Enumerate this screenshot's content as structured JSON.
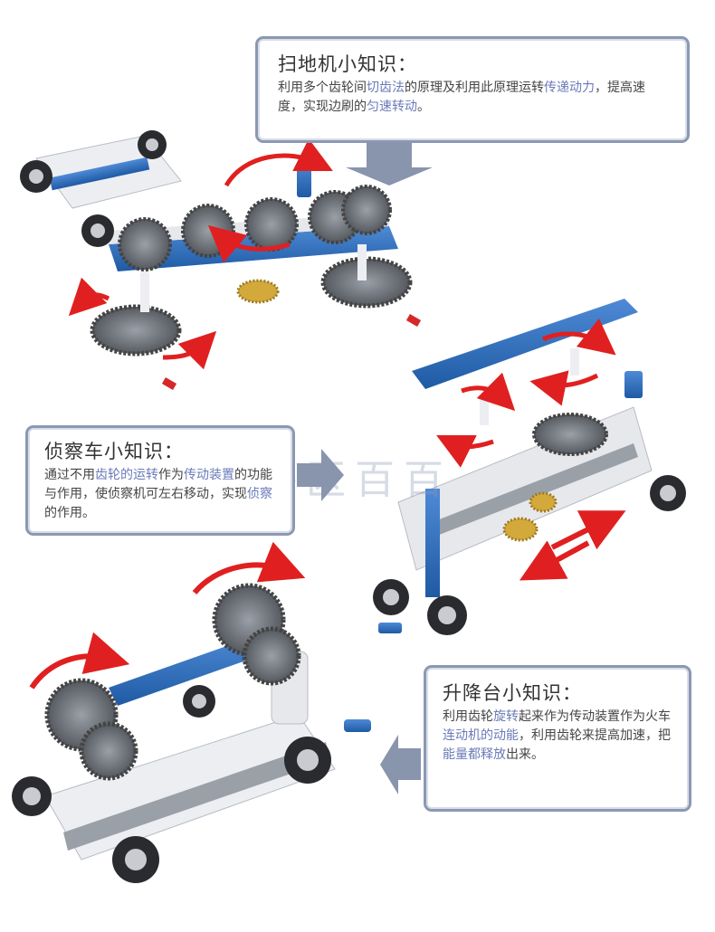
{
  "box_sweeper": {
    "title": "扫地机小知识：",
    "segments": [
      {
        "t": "利用多个齿轮间",
        "hl": false
      },
      {
        "t": "切齿法",
        "hl": true
      },
      {
        "t": "的原理及利用此原理运转",
        "hl": false
      },
      {
        "t": "传递动力",
        "hl": true
      },
      {
        "t": "，提高速度，实现边刷的",
        "hl": false
      },
      {
        "t": "匀速转动",
        "hl": true
      },
      {
        "t": "。",
        "hl": false
      }
    ]
  },
  "box_scout": {
    "title": "侦察车小知识：",
    "segments": [
      {
        "t": "通过不用",
        "hl": false
      },
      {
        "t": "齿轮的运转",
        "hl": true
      },
      {
        "t": "作为",
        "hl": false
      },
      {
        "t": "传动装置",
        "hl": true
      },
      {
        "t": "的功能与作用，使侦察机可左右移动，实现",
        "hl": false
      },
      {
        "t": "侦察",
        "hl": true
      },
      {
        "t": "的作用。",
        "hl": false
      }
    ]
  },
  "box_lift": {
    "title": "升降台小知识：",
    "segments": [
      {
        "t": "利用齿轮",
        "hl": false
      },
      {
        "t": "旋转",
        "hl": true
      },
      {
        "t": "起来作为传动装置作为火车",
        "hl": false
      },
      {
        "t": "连动机的动能",
        "hl": true
      },
      {
        "t": "，利用齿轮来提高加速，把",
        "hl": false
      },
      {
        "t": "能量都释放",
        "hl": true
      },
      {
        "t": "出来。",
        "hl": false
      }
    ]
  },
  "watermark": "潍海区百百",
  "colors": {
    "border": "#8b98b3",
    "highlight": "#6a7ab8",
    "pointer": "#8994ad",
    "brick_blue": "#2f6db5",
    "brick_gray": "#e6e8ec",
    "gear": "#5c5f66",
    "arrow_red": "#e02a2a"
  }
}
